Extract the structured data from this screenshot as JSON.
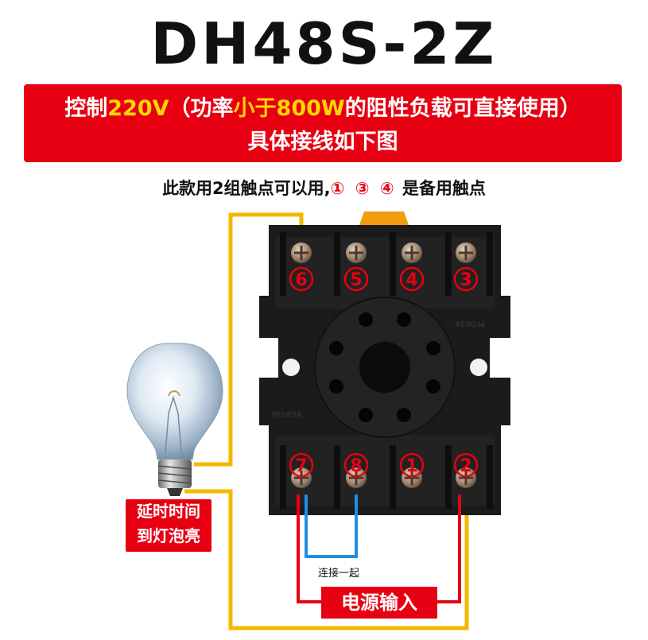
{
  "title": "DH48S-2Z",
  "banner": {
    "line1_a": "控制",
    "line1_voltage": "220V",
    "line1_b": "（功率",
    "line1_power": "小于800W",
    "line1_c": "的阻性负载可直接使用）",
    "line2": "具体接线如下图"
  },
  "subtitle": {
    "text": "此款用2组触点可以用,",
    "spare_nums": "① ③ ④",
    "spare_suffix": " 是备用触点"
  },
  "terminals": {
    "top": [
      "6",
      "5",
      "4",
      "3"
    ],
    "bottom": [
      "7",
      "8",
      "1",
      "2"
    ]
  },
  "lamp_label": [
    "延时时间",
    "到灯泡亮"
  ],
  "bridge_label": "连接一起",
  "power_label": "电源输入",
  "colors": {
    "title": "#111111",
    "banner_bg": "#e60012",
    "highlight": "#ffd700",
    "wire_yellow": "#f5b800",
    "wire_red": "#e60012",
    "wire_blue": "#1e8fe0",
    "socket": "#1b1b1b"
  },
  "icons": [
    "light-bulb-icon",
    "relay-socket-icon",
    "screw-terminal-icon"
  ]
}
